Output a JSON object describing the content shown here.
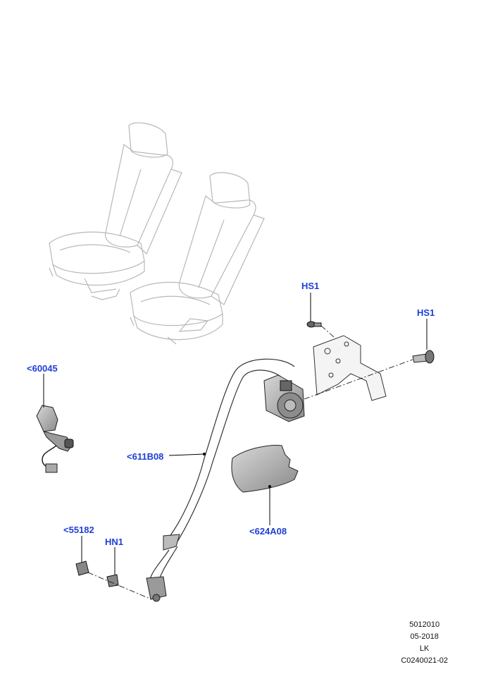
{
  "callouts": {
    "hs1_top": "HS1",
    "hs1_right": "HS1",
    "buckle": "<60045",
    "belt": "<611B08",
    "cover": "<624A08",
    "nut": "<55182",
    "hn1": "HN1"
  },
  "footer": {
    "line1": "5012010",
    "line2": "05-2018",
    "line3": "LK",
    "line4": "C0240021-02"
  },
  "colors": {
    "callout": "#1f3fd6",
    "line": "#000000",
    "seat_outline": "#b8b8b8",
    "part_fill": "#c9c9c9"
  }
}
